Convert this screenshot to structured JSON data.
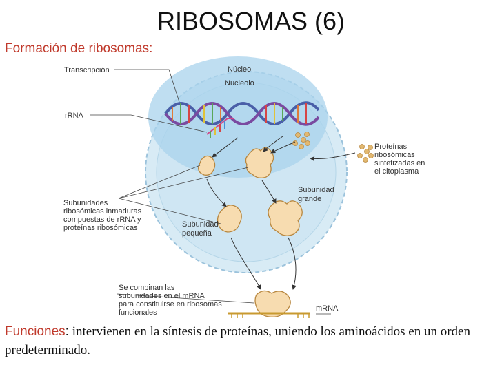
{
  "slide": {
    "title": "RIBOSOMAS (6)",
    "subtitle": "Formación de ribosomas:",
    "functions_heading": "Funciones",
    "functions_colon": ":",
    "functions_text": " intervienen en la síntesis de proteínas, uniendo los aminoácidos en un orden predeterminado."
  },
  "diagram": {
    "labels": {
      "transcripcion": "Transcripción",
      "nucleo": "Núcleo",
      "nucleolo": "Nucleolo",
      "rrna": "rRNA",
      "proteinas": [
        "Proteínas",
        "ribosómicas",
        "sintetizadas en",
        "el citoplasma"
      ],
      "subunidad_grande": [
        "Subunidad",
        "grande"
      ],
      "subunidades_inmaduras": [
        "Subunidades",
        "ribosómicas inmaduras",
        "compuestas de rRNA y",
        "proteínas ribosómicas"
      ],
      "subunidad_pequena": [
        "Subunidad",
        "pequeña"
      ],
      "se_combinan": [
        "Se combinan las",
        "subunidades en el mRNA",
        "para constituirse en ribosomas",
        "funcionales"
      ],
      "mrna": "mRNA"
    },
    "colors": {
      "cell_fill": "#cfe6f3",
      "nucleolus_fill": "#a9d3ec",
      "envelope": "#9cc3dc",
      "subunit_fill": "#f7dcb0",
      "subunit_stroke": "#b8873f",
      "protein_dot": "#e2b870",
      "title_red": "#c0392b"
    }
  }
}
